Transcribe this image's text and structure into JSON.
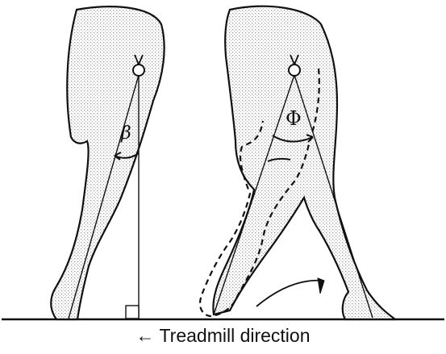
{
  "figure": {
    "angle_left": "β",
    "angle_right": "Φ",
    "caption": "← Treadmill direction"
  },
  "colors": {
    "ink": "#111111",
    "stipple": "#c8c8c8",
    "background": "#ffffff"
  }
}
